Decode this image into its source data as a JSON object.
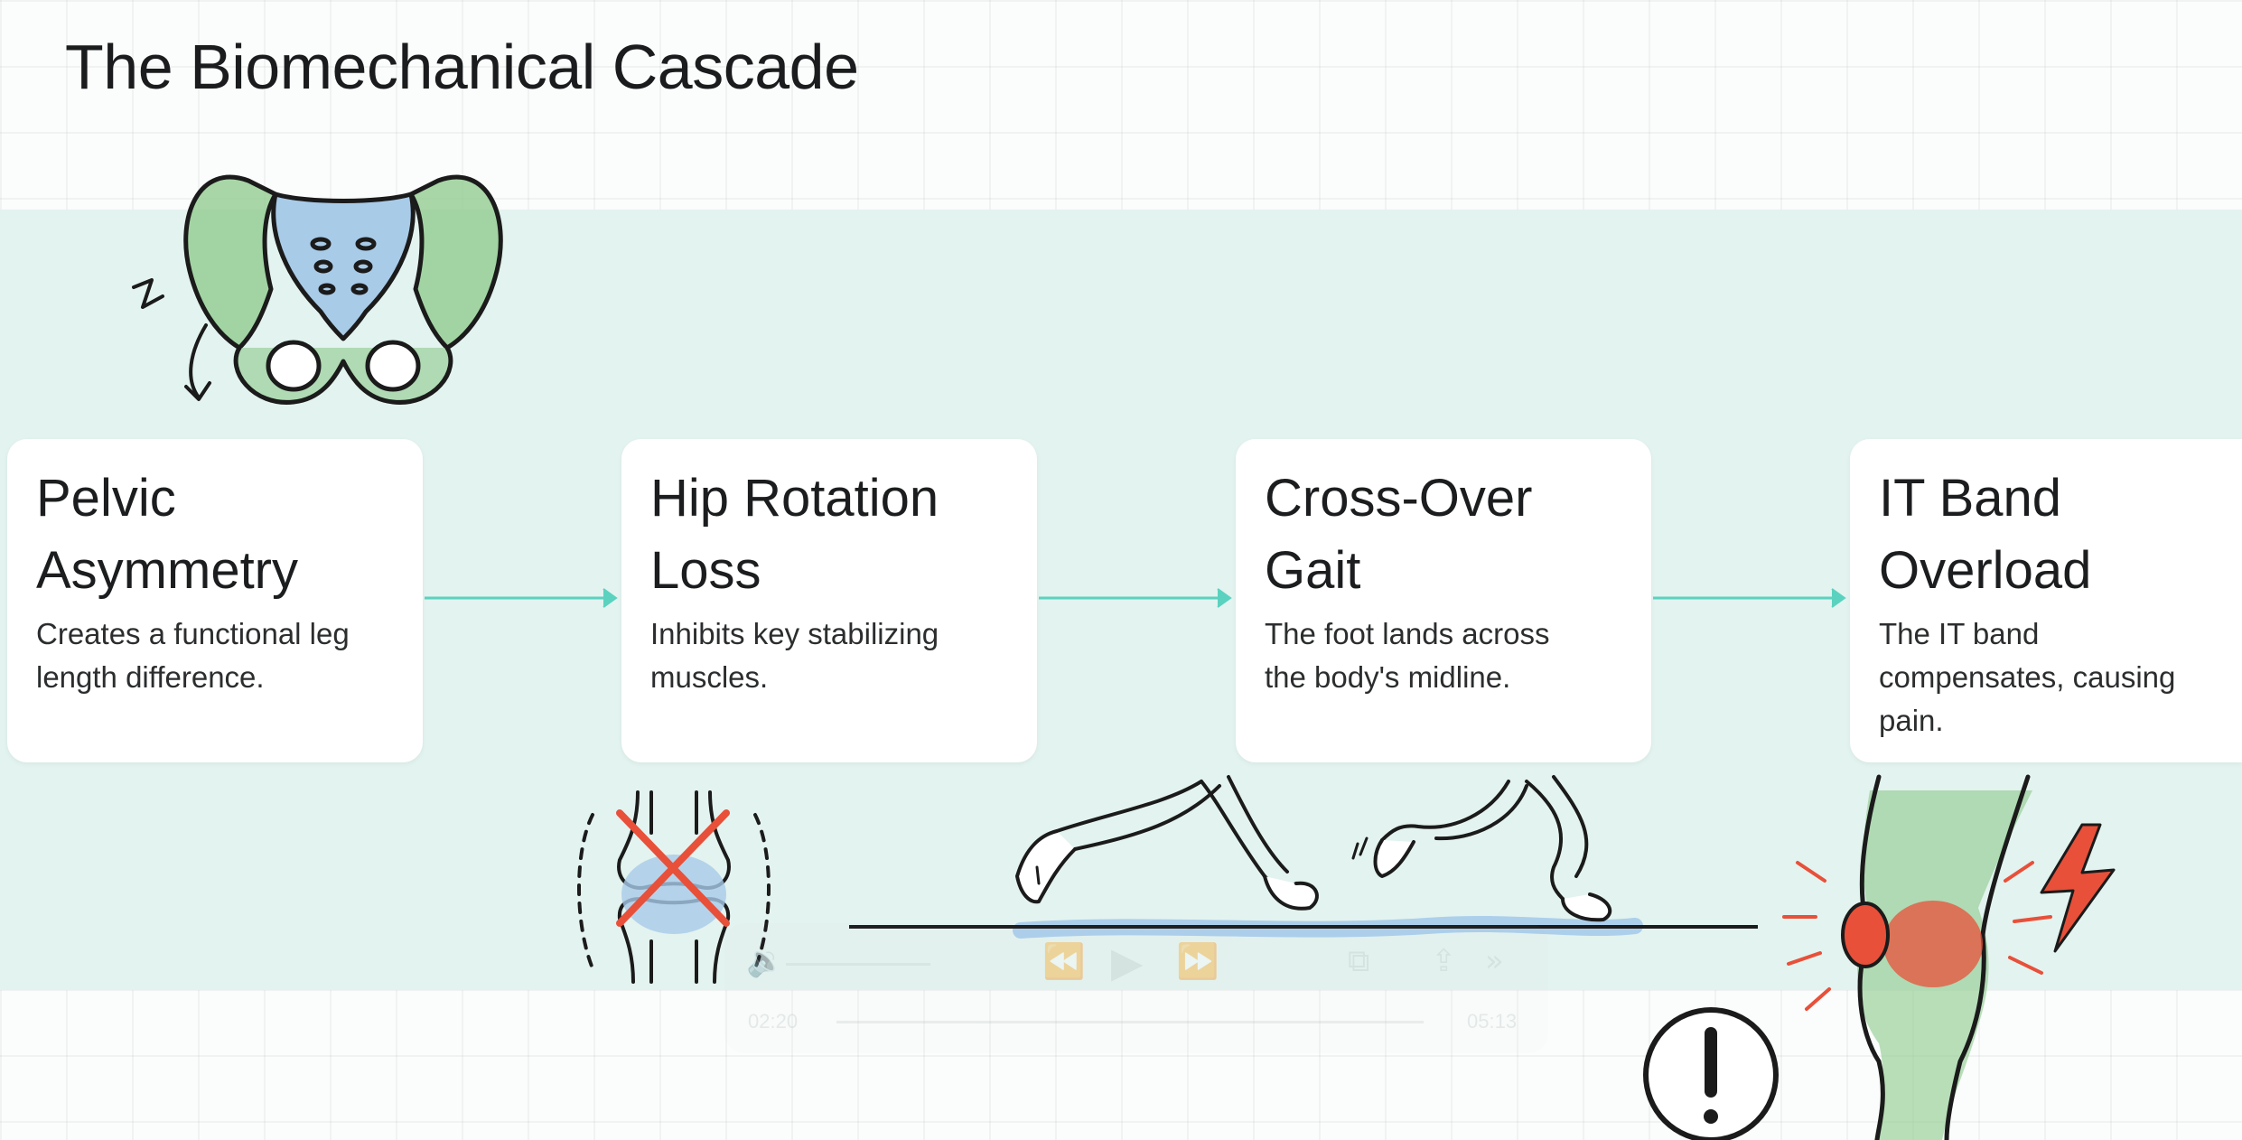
{
  "title": "The Biomechanical Cascade",
  "steps": [
    {
      "heading_line1": "Pelvic",
      "heading_line2": "Asymmetry",
      "desc_line1": "Creates a functional leg",
      "desc_line2": "length difference.",
      "desc_line3": ""
    },
    {
      "heading_line1": "Hip Rotation",
      "heading_line2": "Loss",
      "desc_line1": "Inhibits key stabilizing",
      "desc_line2": "muscles.",
      "desc_line3": ""
    },
    {
      "heading_line1": "Cross-Over",
      "heading_line2": "Gait",
      "desc_line1": "The foot lands across",
      "desc_line2": "the body's midline.",
      "desc_line3": ""
    },
    {
      "heading_line1": "IT Band",
      "heading_line2": "Overload",
      "desc_line1": "The IT band",
      "desc_line2": "compensates, causing",
      "desc_line3": "pain."
    }
  ],
  "icons": {
    "pelvis": "pelvis-illustration",
    "hip_joint": "crossed-hip-joint-illustration",
    "runner": "cross-over-running-legs-illustration",
    "knee": "inflamed-knee-illustration",
    "warning": "exclamation-warning-icon",
    "lightning": "lightning-bolt-icon"
  },
  "player": {
    "current_time": "02:20",
    "total_time": "05:13"
  },
  "colors": {
    "band": "#e3f3ef",
    "arrow": "#5ad2bf",
    "bone_green": "#8cc98a",
    "bone_blue": "#a8cbe8",
    "pain_red": "#e8503a"
  }
}
